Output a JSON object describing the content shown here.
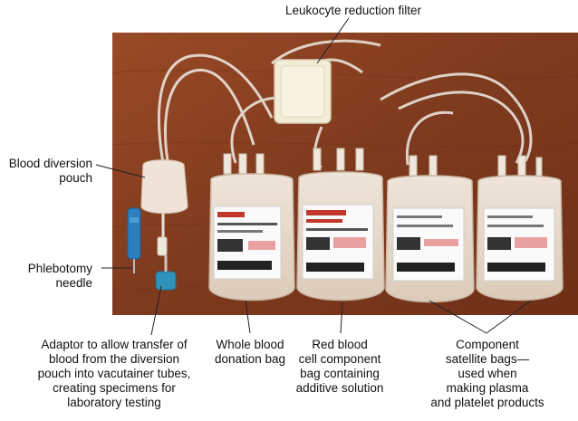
{
  "labels": {
    "filter": "Leukocyte reduction filter",
    "diversion_pouch": "Blood diversion\npouch",
    "needle": "Phlebotomy\nneedle",
    "adaptor": "Adaptor to allow transfer of\nblood from the diversion\npouch into vacutainer tubes,\ncreating specimens for\nlaboratory testing",
    "whole_blood_bag": "Whole blood\ndonation bag",
    "red_cell_bag": "Red blood\ncell component\nbag containing\nadditive solution",
    "satellite_bags": "Component\nsatellite bags—\nused when\nmaking plasma\nand platelet products"
  },
  "colors": {
    "background": "#ffffff",
    "table_wood": "#8a3e22",
    "leader_line": "#222222",
    "bag": "#e9dccf",
    "tubing": "#e6ded6",
    "needle_adaptor": "#2c7fbf"
  }
}
